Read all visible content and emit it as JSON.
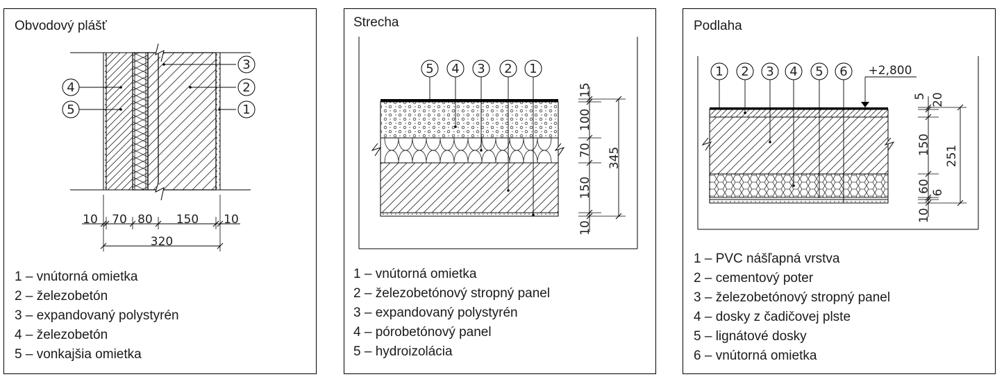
{
  "panels": {
    "wall": {
      "title": "Obvodový plášť",
      "callouts": [
        "1",
        "2",
        "3",
        "4",
        "5"
      ],
      "dimensions": [
        "10",
        "70",
        "80",
        "150",
        "10",
        "320"
      ],
      "legend": [
        "1 – vnútorná omietka",
        "2 – železobetón",
        "3 – expandovaný polystyrén",
        "4 – železobetón",
        "5 – vonkajšia omietka"
      ]
    },
    "roof": {
      "title": "Strecha",
      "callouts": [
        "5",
        "4",
        "3",
        "2",
        "1"
      ],
      "dimensions": [
        "15",
        "100",
        "70",
        "150",
        "10",
        "345"
      ],
      "legend": [
        "1 – vnútorná omietka",
        "2 – železobetónový stropný panel",
        "3 – expandovaný polystyrén",
        "4 – pórobetónový panel",
        "5 – hydroizolácia"
      ]
    },
    "floor": {
      "title": "Podlaha",
      "callouts": [
        "1",
        "2",
        "3",
        "4",
        "5",
        "6"
      ],
      "level": "+2,800",
      "dimensions": [
        "5",
        "20",
        "150",
        "60",
        "6",
        "10",
        "251"
      ],
      "legend": [
        "1 – PVC nášľapná vrstva",
        "2 – cementový poter",
        "3 – železobetónový stropný panel",
        "4 – dosky z čadičovej plste",
        "5 – lignátové dosky",
        "6 – vnútorná omietka"
      ]
    }
  }
}
